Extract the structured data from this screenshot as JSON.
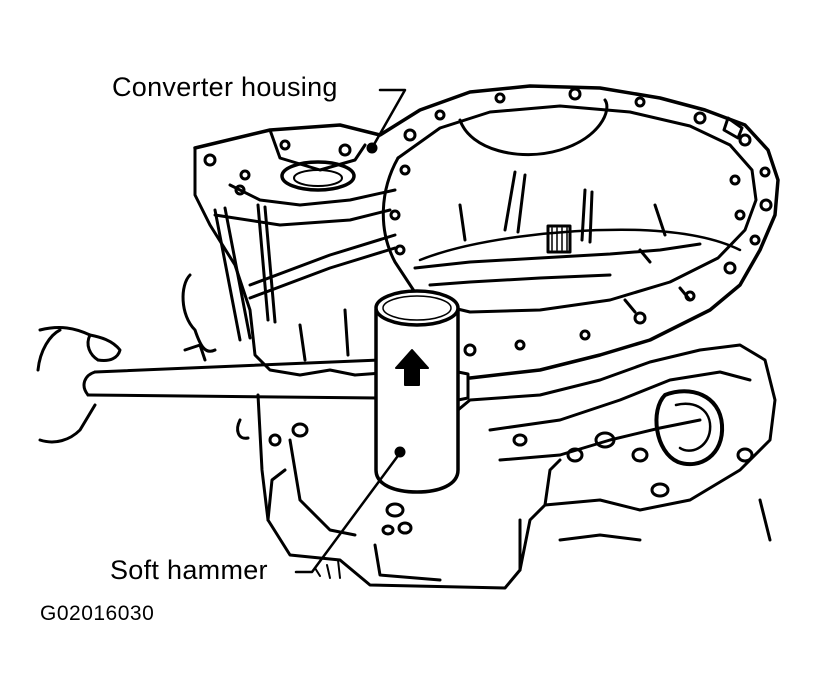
{
  "labels": {
    "converter_housing": "Converter housing",
    "soft_hammer": "Soft hammer",
    "figure_id": "G02016030"
  },
  "colors": {
    "ink": "#000000",
    "paper": "#ffffff"
  }
}
